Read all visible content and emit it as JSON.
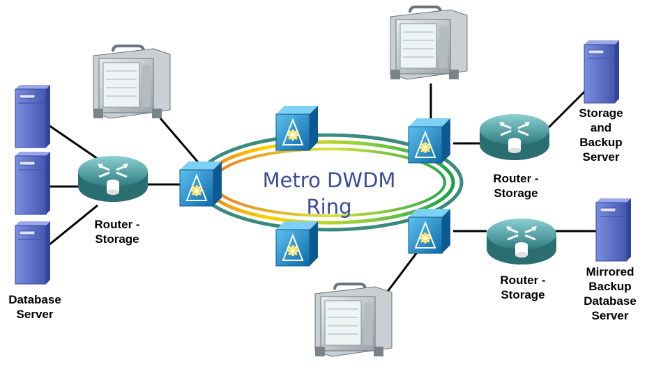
{
  "diagram": {
    "ring_title_line1": "Metro DWDM",
    "ring_title_line2": "Ring",
    "labels": {
      "left_router": "Router -\nStorage",
      "database_server": "Database\nServer",
      "right_top_router": "Router -\nStorage",
      "storage_backup_server": "Storage\nand\nBackup\nServer",
      "right_bottom_router": "Router -\nStorage",
      "mirrored_backup_server": "Mirrored\nBackup\nDatabase\nServer"
    },
    "colors": {
      "ring_outer": "#3a8a7e",
      "ring_inner_a": "#ffd200",
      "ring_inner_b": "#ef7d1a",
      "ring_inner_c": "#2aa84a",
      "switch_blue": "#1f8fd0",
      "router_teal": "#4fa5a8",
      "server_blue": "#5a6fc8",
      "title_text": "#3b4a9a"
    },
    "icons": [
      "optical-switch-icon",
      "router-icon",
      "server-icon",
      "test-instrument-icon"
    ]
  }
}
